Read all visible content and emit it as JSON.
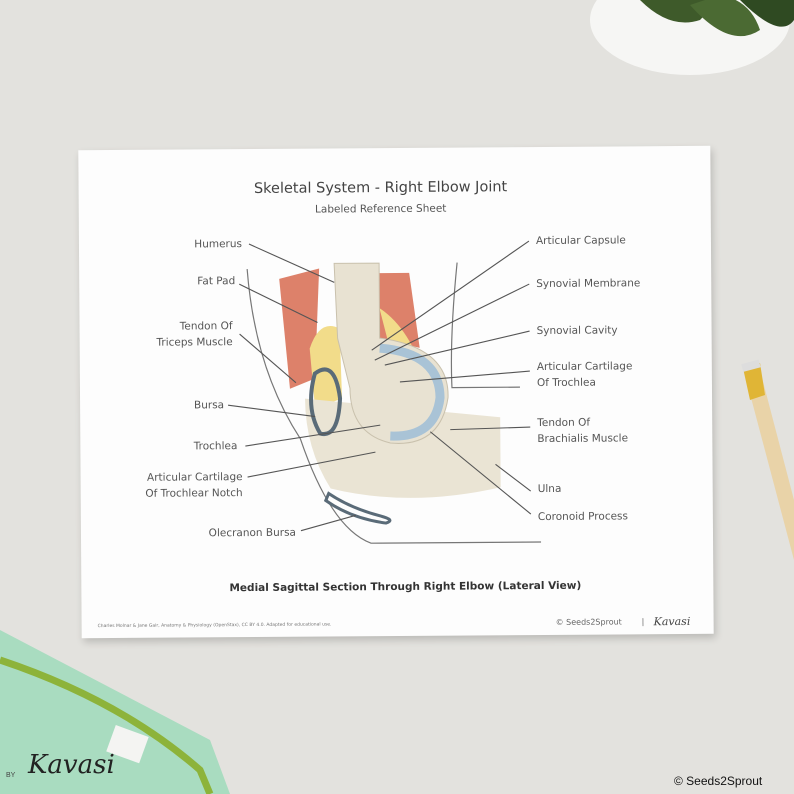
{
  "sheet": {
    "title": "Skeletal System - Right Elbow Joint",
    "subtitle": "Labeled Reference Sheet",
    "caption": "Medial Sagittal Section Through Right Elbow (Lateral View)",
    "credit": "Charles Molnar & Jane Gair, Anatomy & Physiology (OpenStax), CC BY 4.0. Adapted for educational use.",
    "copyright": "© Seeds2Sprout",
    "separator": "|",
    "logo": "Kavasi"
  },
  "labels_left": [
    {
      "lines": [
        "Humerus"
      ]
    },
    {
      "lines": [
        "Fat Pad"
      ]
    },
    {
      "lines": [
        "Tendon Of",
        "Triceps Muscle"
      ]
    },
    {
      "lines": [
        "Bursa"
      ]
    },
    {
      "lines": [
        "Trochlea"
      ]
    },
    {
      "lines": [
        "Articular Cartilage",
        "Of Trochlear Notch"
      ]
    },
    {
      "lines": [
        "Olecranon Bursa"
      ]
    }
  ],
  "labels_right": [
    {
      "lines": [
        "Articular Capsule"
      ]
    },
    {
      "lines": [
        "Synovial Membrane"
      ]
    },
    {
      "lines": [
        "Synovial Cavity"
      ]
    },
    {
      "lines": [
        "Articular Cartilage",
        "Of Trochlea"
      ]
    },
    {
      "lines": [
        "Tendon Of",
        "Brachialis Muscle"
      ]
    },
    {
      "lines": [
        "Ulna"
      ]
    },
    {
      "lines": [
        "Coronoid Process"
      ]
    }
  ],
  "watermarks": {
    "by": "BY",
    "brand_left": "Kavasi",
    "brand_right": "© Seeds2Sprout"
  },
  "colors": {
    "background": "#e3e2de",
    "muscle": "#d9735a",
    "bone": "#e8e2d2",
    "cartilage": "#a9c3d6",
    "fat": "#f2dc8a"
  }
}
